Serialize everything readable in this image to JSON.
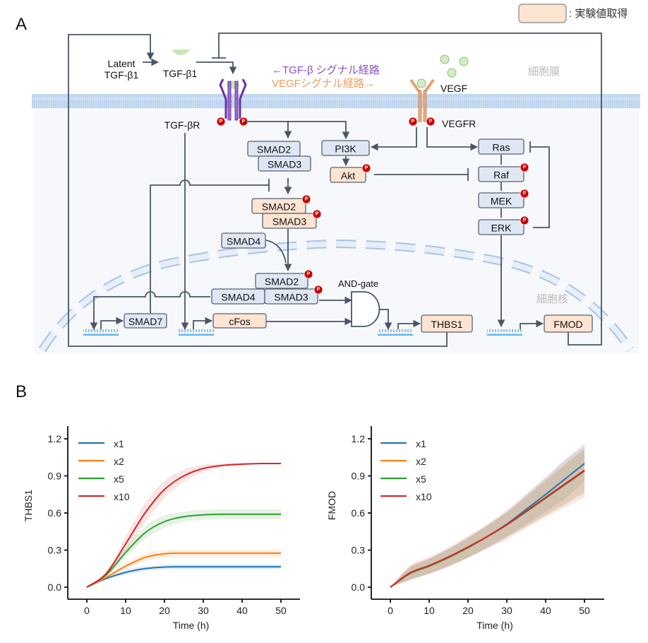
{
  "panel_labels": {
    "a": "A",
    "b": "B"
  },
  "legend": {
    "label": ": 実験値取得",
    "swatch_color": "#fde4d3"
  },
  "diagram": {
    "latent_line1": "Latent",
    "latent_line2": "TGF-β1",
    "tgfb1": "TGF-β1",
    "tgfbr": "TGF-βR",
    "tgf_pathway": "←TGF-β シグナル経路",
    "vegf_pathway": "VEGFシグナル経路→",
    "vegf": "VEGF",
    "vegfr": "VEGFR",
    "membrane": "細胞膜",
    "nucleus": "細胞核",
    "and_gate": "AND-gate",
    "phospho": "P",
    "nodes": {
      "smad2": "SMAD2",
      "smad3": "SMAD3",
      "smad2p": "SMAD2",
      "smad3p": "SMAD3",
      "smad4": "SMAD4",
      "c_smad2": "SMAD2",
      "c_smad4": "SMAD4",
      "c_smad3": "SMAD3",
      "pi3k": "PI3K",
      "akt": "Akt",
      "ras": "Ras",
      "raf": "Raf",
      "mek": "MEK",
      "erk": "ERK",
      "smad7": "SMAD7",
      "cfos": "cFos",
      "thbs1": "THBS1",
      "fmod": "FMOD"
    },
    "colors": {
      "tgf": "#8a4fc4",
      "vegf": "#f39a5a",
      "node": "#dfe7f5",
      "measured": "#fde4d3",
      "line": "#4a5568"
    }
  },
  "chart_data": [
    {
      "type": "line",
      "ylabel": "THBS1",
      "xlabel": "Time (h)",
      "xlim": [
        -5,
        55
      ],
      "ylim": [
        -0.1,
        1.3
      ],
      "xticks": [
        "0",
        "10",
        "20",
        "30",
        "40",
        "50"
      ],
      "yticks": [
        "0.0",
        "0.3",
        "0.6",
        "0.9",
        "1.2"
      ],
      "legend_position": "top-left",
      "x": [
        0,
        5,
        10,
        15,
        20,
        25,
        30,
        35,
        40,
        45,
        50
      ],
      "series": [
        {
          "name": "x1",
          "color": "#1f77b4",
          "values": [
            0,
            0.07,
            0.12,
            0.15,
            0.163,
            0.165,
            0.165,
            0.165,
            0.165,
            0.165,
            0.165
          ],
          "band": [
            0,
            0.01,
            0.02,
            0.02,
            0.02,
            0.02,
            0.02,
            0.02,
            0.02,
            0.02,
            0.02
          ]
        },
        {
          "name": "x2",
          "color": "#ff7f0e",
          "values": [
            0,
            0.08,
            0.17,
            0.24,
            0.27,
            0.275,
            0.275,
            0.275,
            0.275,
            0.275,
            0.275
          ],
          "band": [
            0,
            0.01,
            0.025,
            0.03,
            0.03,
            0.03,
            0.03,
            0.03,
            0.03,
            0.03,
            0.03
          ]
        },
        {
          "name": "x5",
          "color": "#2ca02c",
          "values": [
            0,
            0.1,
            0.28,
            0.44,
            0.53,
            0.57,
            0.585,
            0.59,
            0.59,
            0.59,
            0.59
          ],
          "band": [
            0,
            0.015,
            0.04,
            0.05,
            0.05,
            0.04,
            0.04,
            0.04,
            0.04,
            0.04,
            0.04
          ]
        },
        {
          "name": "x10",
          "color": "#d62728",
          "values": [
            0,
            0.11,
            0.35,
            0.6,
            0.79,
            0.9,
            0.96,
            0.985,
            0.995,
            1.0,
            1.0
          ],
          "band": [
            0,
            0.02,
            0.06,
            0.08,
            0.07,
            0.05,
            0.03,
            0.015,
            0.01,
            0.005,
            0.005
          ]
        }
      ]
    },
    {
      "type": "line",
      "ylabel": "FMOD",
      "xlabel": "Time (h)",
      "xlim": [
        -5,
        55
      ],
      "ylim": [
        -0.1,
        1.3
      ],
      "xticks": [
        "0",
        "10",
        "20",
        "30",
        "40",
        "50"
      ],
      "yticks": [
        "0.0",
        "0.3",
        "0.6",
        "0.9",
        "1.2"
      ],
      "legend_position": "top-left",
      "x": [
        0,
        5,
        10,
        15,
        20,
        25,
        30,
        35,
        40,
        45,
        50
      ],
      "series": [
        {
          "name": "x1",
          "color": "#1f77b4",
          "values": [
            0,
            0.11,
            0.17,
            0.24,
            0.32,
            0.41,
            0.51,
            0.63,
            0.75,
            0.875,
            1.0
          ],
          "band": [
            0,
            0.05,
            0.06,
            0.07,
            0.08,
            0.09,
            0.1,
            0.12,
            0.14,
            0.16,
            0.14
          ]
        },
        {
          "name": "x2",
          "color": "#ff7f0e",
          "values": [
            0,
            0.11,
            0.17,
            0.24,
            0.32,
            0.41,
            0.505,
            0.615,
            0.725,
            0.835,
            0.945
          ],
          "band": [
            0,
            0.05,
            0.06,
            0.07,
            0.08,
            0.09,
            0.1,
            0.12,
            0.14,
            0.16,
            0.17
          ]
        },
        {
          "name": "x5",
          "color": "#2ca02c",
          "values": [
            0,
            0.11,
            0.17,
            0.24,
            0.32,
            0.41,
            0.505,
            0.61,
            0.72,
            0.83,
            0.94
          ],
          "band": [
            0,
            0.05,
            0.06,
            0.07,
            0.08,
            0.09,
            0.1,
            0.12,
            0.14,
            0.16,
            0.18
          ]
        },
        {
          "name": "x10",
          "color": "#d62728",
          "values": [
            0,
            0.115,
            0.175,
            0.245,
            0.325,
            0.41,
            0.505,
            0.615,
            0.725,
            0.835,
            0.945
          ],
          "band": [
            0,
            0.06,
            0.07,
            0.08,
            0.09,
            0.1,
            0.12,
            0.14,
            0.16,
            0.19,
            0.22
          ]
        }
      ]
    }
  ]
}
